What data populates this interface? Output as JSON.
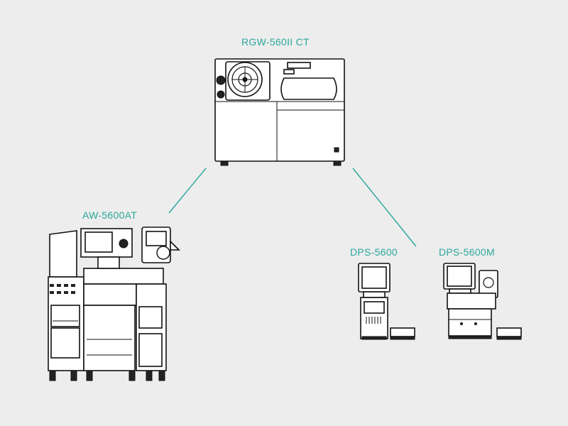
{
  "accent_color": "#2aa79b",
  "background_color": "#ededed",
  "nodes": {
    "center": {
      "label": "RGW-560II CT"
    },
    "left": {
      "label": "AW-5600AT"
    },
    "right_1": {
      "label": "DPS-5600"
    },
    "right_2": {
      "label": "DPS-5600M"
    }
  }
}
